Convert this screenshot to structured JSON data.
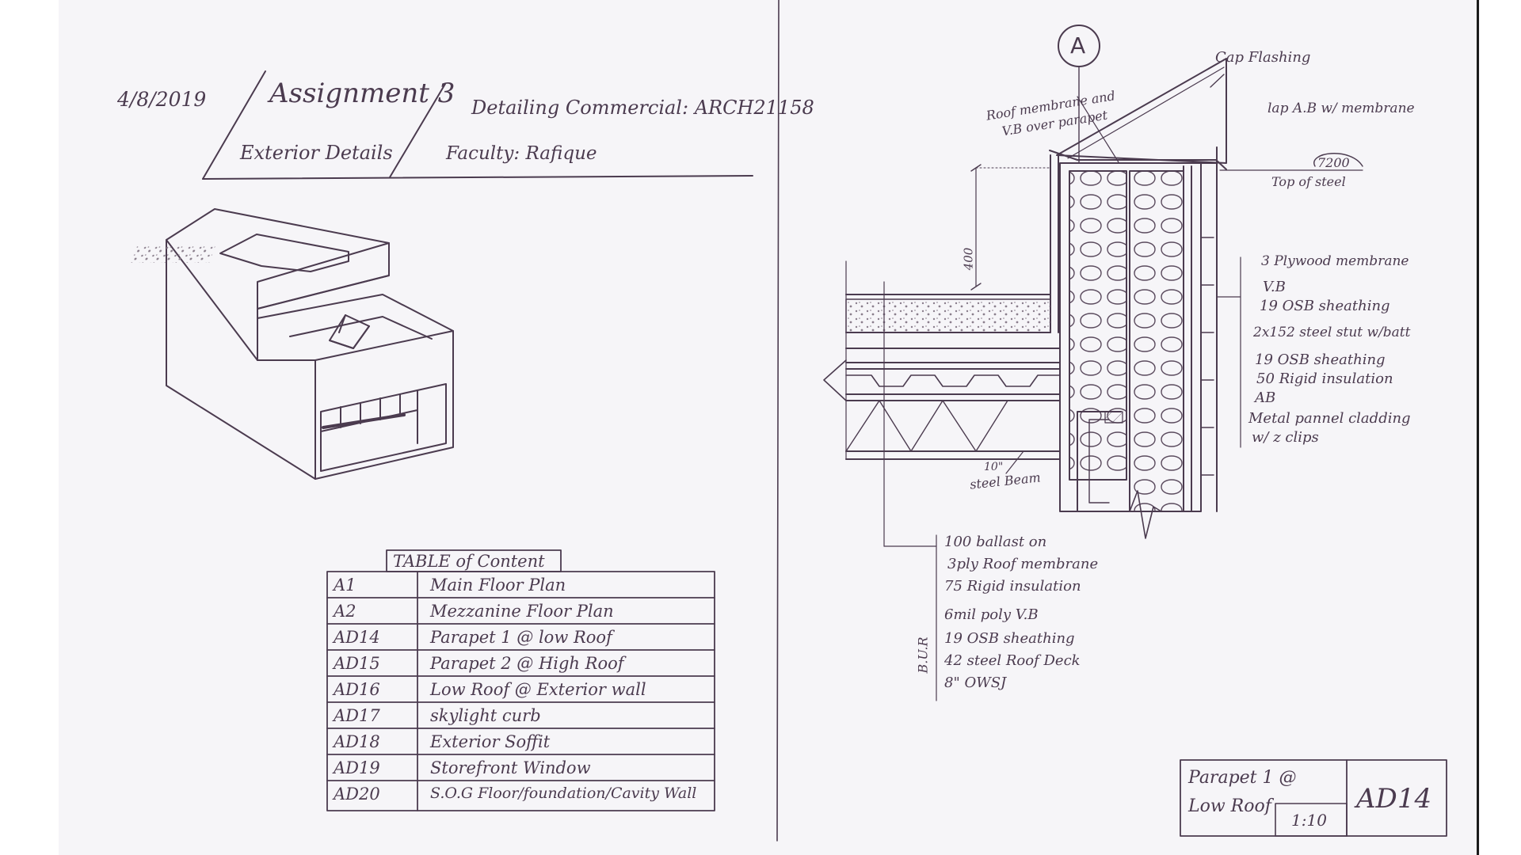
{
  "header": {
    "date": "4/8/2019",
    "assignment": "Assignment 3",
    "subtitle": "Exterior Details",
    "course": "Detailing Commercial: ARCH21158",
    "faculty": "Faculty: Rafique"
  },
  "toc": {
    "title": "TABLE of Content",
    "rows": [
      {
        "code": "A1",
        "desc": "Main Floor Plan"
      },
      {
        "code": "A2",
        "desc": "Mezzanine Floor Plan"
      },
      {
        "code": "AD14",
        "desc": "Parapet 1 @ low Roof"
      },
      {
        "code": "AD15",
        "desc": "Parapet 2 @ High Roof"
      },
      {
        "code": "AD16",
        "desc": "Low Roof @ Exterior wall"
      },
      {
        "code": "AD17",
        "desc": "skylight curb"
      },
      {
        "code": "AD18",
        "desc": "Exterior Soffit"
      },
      {
        "code": "AD19",
        "desc": "Storefront Window"
      },
      {
        "code": "AD20",
        "desc": "S.O.G Floor/foundation/Cavity Wall"
      }
    ]
  },
  "detail": {
    "marker": "A",
    "top_notes": {
      "cap_flashing": "Cap Flashing",
      "membrane_1": "Roof membrane and",
      "membrane_2": "V.B over parapet",
      "lap": "lap A.B w/ membrane",
      "elevation": "7200",
      "top_of_steel": "Top of steel",
      "dim": "400",
      "beam_1": "10\"",
      "beam_2": "steel Beam",
      "bur": "B.U.R"
    },
    "wall_notes": [
      "3 Plywood membrane",
      "V.B",
      "19 OSB sheathing",
      "2x152 steel stut w/batt",
      "19 OSB sheathing",
      "50 Rigid insulation",
      "AB",
      "Metal pannel cladding",
      "w/ z clips"
    ],
    "roof_notes": [
      "100  ballast on",
      "3ply Roof membrane",
      "75 Rigid insulation",
      "6mil  poly V.B",
      "19 OSB sheathing",
      "42  steel Roof Deck",
      "8\" OWSJ"
    ]
  },
  "title_block": {
    "line1": "Parapet 1 @",
    "line2": "Low Roof",
    "scale": "1:10",
    "sheet": "AD14"
  }
}
